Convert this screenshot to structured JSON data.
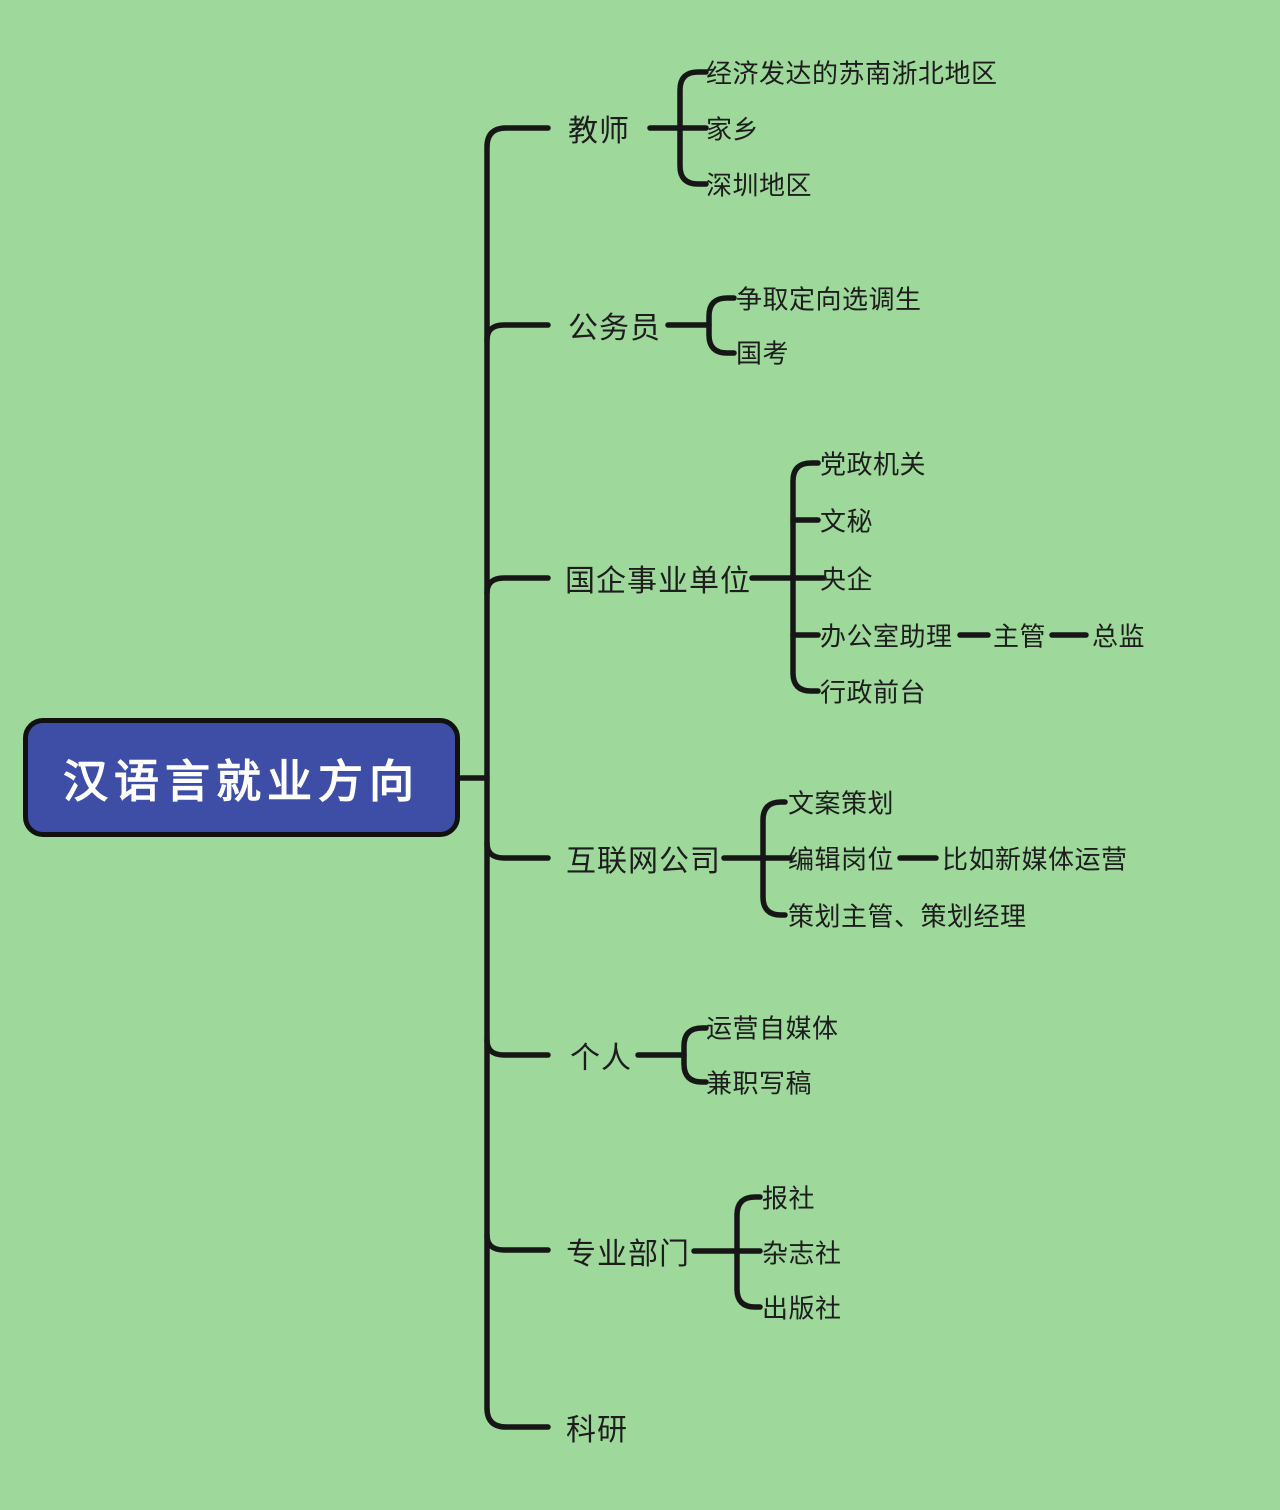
{
  "colors": {
    "bg": "#9ed89b",
    "node-fill": "#3e4ea7",
    "node-border": "#111111",
    "line": "#161616",
    "text": "#1d1d1d",
    "root-text": "#ffffff"
  },
  "diagram_type": "mindmap",
  "root": {
    "label": "汉语言就业方向"
  },
  "branches": [
    {
      "label": "教师",
      "children": [
        {
          "label": "经济发达的苏南浙北地区"
        },
        {
          "label": "家乡"
        },
        {
          "label": "深圳地区"
        }
      ]
    },
    {
      "label": "公务员",
      "children": [
        {
          "label": "争取定向选调生"
        },
        {
          "label": "国考"
        }
      ]
    },
    {
      "label": "国企事业单位",
      "children": [
        {
          "label": "党政机关"
        },
        {
          "label": "文秘"
        },
        {
          "label": "央企"
        },
        {
          "label": "办公室助理",
          "children": [
            {
              "label": "主管",
              "children": [
                {
                  "label": "总监"
                }
              ]
            }
          ]
        },
        {
          "label": "行政前台"
        }
      ]
    },
    {
      "label": "互联网公司",
      "children": [
        {
          "label": "文案策划"
        },
        {
          "label": "编辑岗位",
          "children": [
            {
              "label": "比如新媒体运营"
            }
          ]
        },
        {
          "label": "策划主管、策划经理"
        }
      ]
    },
    {
      "label": "个人",
      "children": [
        {
          "label": "运营自媒体"
        },
        {
          "label": "兼职写稿"
        }
      ]
    },
    {
      "label": "专业部门",
      "children": [
        {
          "label": "报社"
        },
        {
          "label": "杂志社"
        },
        {
          "label": "出版社"
        }
      ]
    },
    {
      "label": "科研",
      "children": []
    }
  ]
}
